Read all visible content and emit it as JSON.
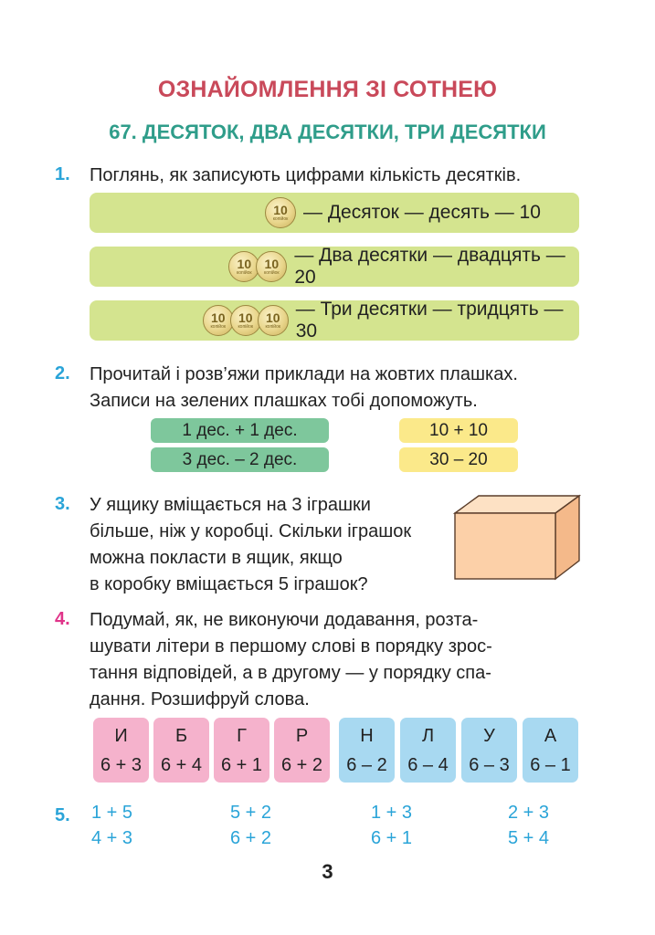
{
  "chapter_title": "ОЗНАЙОМЛЕННЯ ЗІ СОТНЕЮ",
  "lesson_title": "67. ДЕСЯТОК, ДВА ДЕСЯТКИ, ТРИ ДЕСЯТКИ",
  "coin": {
    "value": "10",
    "word": "копійок"
  },
  "task1": {
    "number": "1.",
    "text": "Поглянь, як записують цифрами кількість десятків.",
    "rows": [
      {
        "coins": 1,
        "text": "— Десяток — десять — 10"
      },
      {
        "coins": 2,
        "text": "— Два десятки — двадцять — 20"
      },
      {
        "coins": 3,
        "text": "— Три десятки — тридцять — 30"
      }
    ]
  },
  "task2": {
    "number": "2.",
    "line1": "Прочитай і розв’яжи приклади на жовтих плашках.",
    "line2": "Записи на зелених плашках тобі допоможуть.",
    "green": [
      "1 дес. + 1 дес.",
      "3 дес. – 2 дес."
    ],
    "yellow": [
      "10 + 10",
      "30 – 20"
    ]
  },
  "task3": {
    "number": "3.",
    "lines": [
      "У ящику вміщається на 3 іграшки",
      "більше, ніж у коробці. Скільки іграшок",
      "можна покласти в ящик, якщо",
      "в коробку вміщається 5 іграшок?"
    ]
  },
  "task4": {
    "number": "4.",
    "lines": [
      "Подумай, як, не виконуючи додавання, розта-",
      "шувати літери в першому слові в порядку зрос-",
      "тання відповідей, а в другому — у порядку спа-",
      "дання. Розшифруй слова."
    ],
    "cards": [
      {
        "letter": "И",
        "expr": "6 + 3",
        "color": "pink"
      },
      {
        "letter": "Б",
        "expr": "6 + 4",
        "color": "pink"
      },
      {
        "letter": "Г",
        "expr": "6 + 1",
        "color": "pink"
      },
      {
        "letter": "Р",
        "expr": "6 + 2",
        "color": "pink"
      },
      {
        "letter": "Н",
        "expr": "6 – 2",
        "color": "blue"
      },
      {
        "letter": "Л",
        "expr": "6 – 4",
        "color": "blue"
      },
      {
        "letter": "У",
        "expr": "6 – 3",
        "color": "blue"
      },
      {
        "letter": "А",
        "expr": "6 – 1",
        "color": "blue"
      }
    ]
  },
  "task5": {
    "number": "5.",
    "columns": [
      [
        "1 + 5",
        "4 + 3"
      ],
      [
        "5 + 2",
        "6 + 2"
      ],
      [
        "1 + 3",
        "6 + 1"
      ],
      [
        "2 + 3",
        "5 + 4"
      ]
    ]
  },
  "page_number": "3",
  "colors": {
    "chapter": "#c9495a",
    "lesson": "#2f9d8a",
    "task_number_blue": "#2aa4d8",
    "task_number_pink": "#e0358a",
    "bar": "#d4e48f",
    "chip_green": "#7ec79c",
    "chip_yellow": "#fbe98a",
    "card_pink": "#f5b2cc",
    "card_blue": "#a8d9f1",
    "box": "#fcd0a8"
  }
}
